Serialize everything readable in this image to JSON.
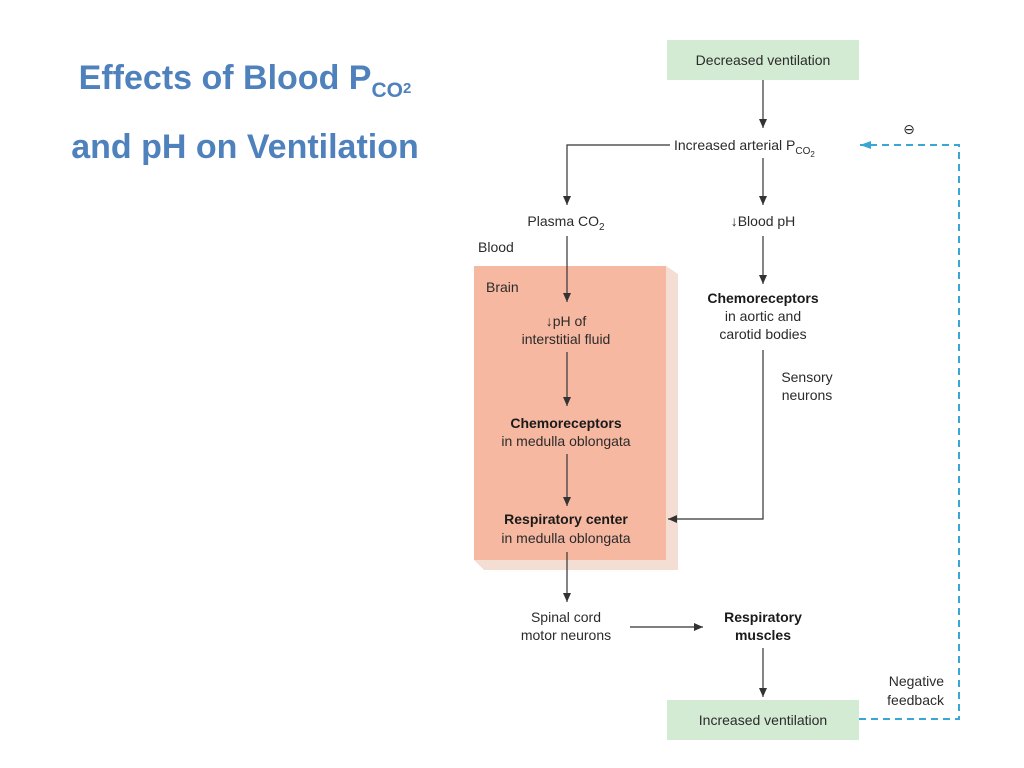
{
  "slide": {
    "title_line1_prefix": "Effects of Blood P",
    "title_line1_sub": "CO",
    "title_line1_sub2": "2",
    "title_line2": "and pH on Ventilation"
  },
  "diagram": {
    "decreased_ventilation": "Decreased ventilation",
    "increased_pco2_prefix": "Increased arterial P",
    "increased_pco2_sub": "CO",
    "increased_pco2_sub2": "2",
    "negative_symbol": "⊖",
    "plasma_co2_prefix": "Plasma CO",
    "plasma_co2_sub": "2",
    "blood_ph": "↓Blood pH",
    "blood_label": "Blood",
    "brain_label": "Brain",
    "ph_interstitial_1": "↓pH of",
    "ph_interstitial_2": "interstitial fluid",
    "chemo_medulla_title": "Chemoreceptors",
    "chemo_medulla_sub": "in medulla oblongata",
    "chemo_aortic_title": "Chemoreceptors",
    "chemo_aortic_sub1": "in aortic and",
    "chemo_aortic_sub2": "carotid bodies",
    "sensory_1": "Sensory",
    "sensory_2": "neurons",
    "resp_center_title": "Respiratory center",
    "resp_center_sub": "in medulla oblongata",
    "spinal_1": "Spinal cord",
    "spinal_2": "motor neurons",
    "resp_muscles_1": "Respiratory",
    "resp_muscles_2": "muscles",
    "negative_1": "Negative",
    "negative_2": "feedback",
    "increased_ventilation": "Increased ventilation"
  },
  "colors": {
    "title": "#4f81bd",
    "green_box": "#d3ead3",
    "brain_box": "#f7b8a2",
    "brain_shadow": "#f4ded4",
    "feedback": "#3aa6d6"
  }
}
